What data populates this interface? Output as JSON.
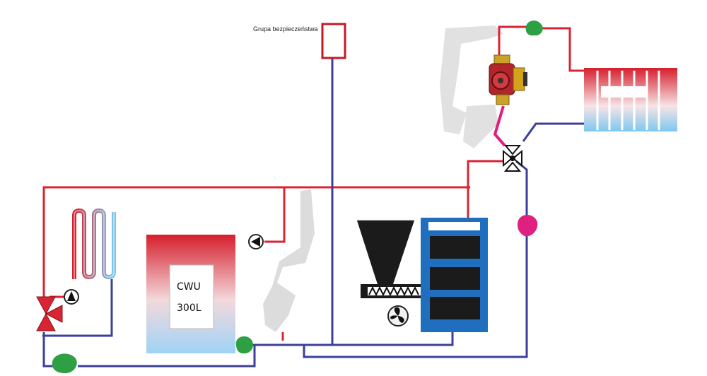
{
  "labels": {
    "safety_group": "Grupa bezpieczeństwa",
    "tank_line1": "CWU",
    "tank_line2": "300L"
  },
  "colors": {
    "supply": "#d92433",
    "return": "#3b3f9a",
    "boiler": "#1f6fbe",
    "valve_green": "#2ea043",
    "magenta": "#e0207f",
    "smudge": "#d9d9d9"
  },
  "icons": [
    "three-way-valve-icon",
    "pump-icon",
    "check-valve-icon",
    "fan-icon",
    "four-way-valve-icon",
    "circulation-pump-icon",
    "auger-icon"
  ]
}
